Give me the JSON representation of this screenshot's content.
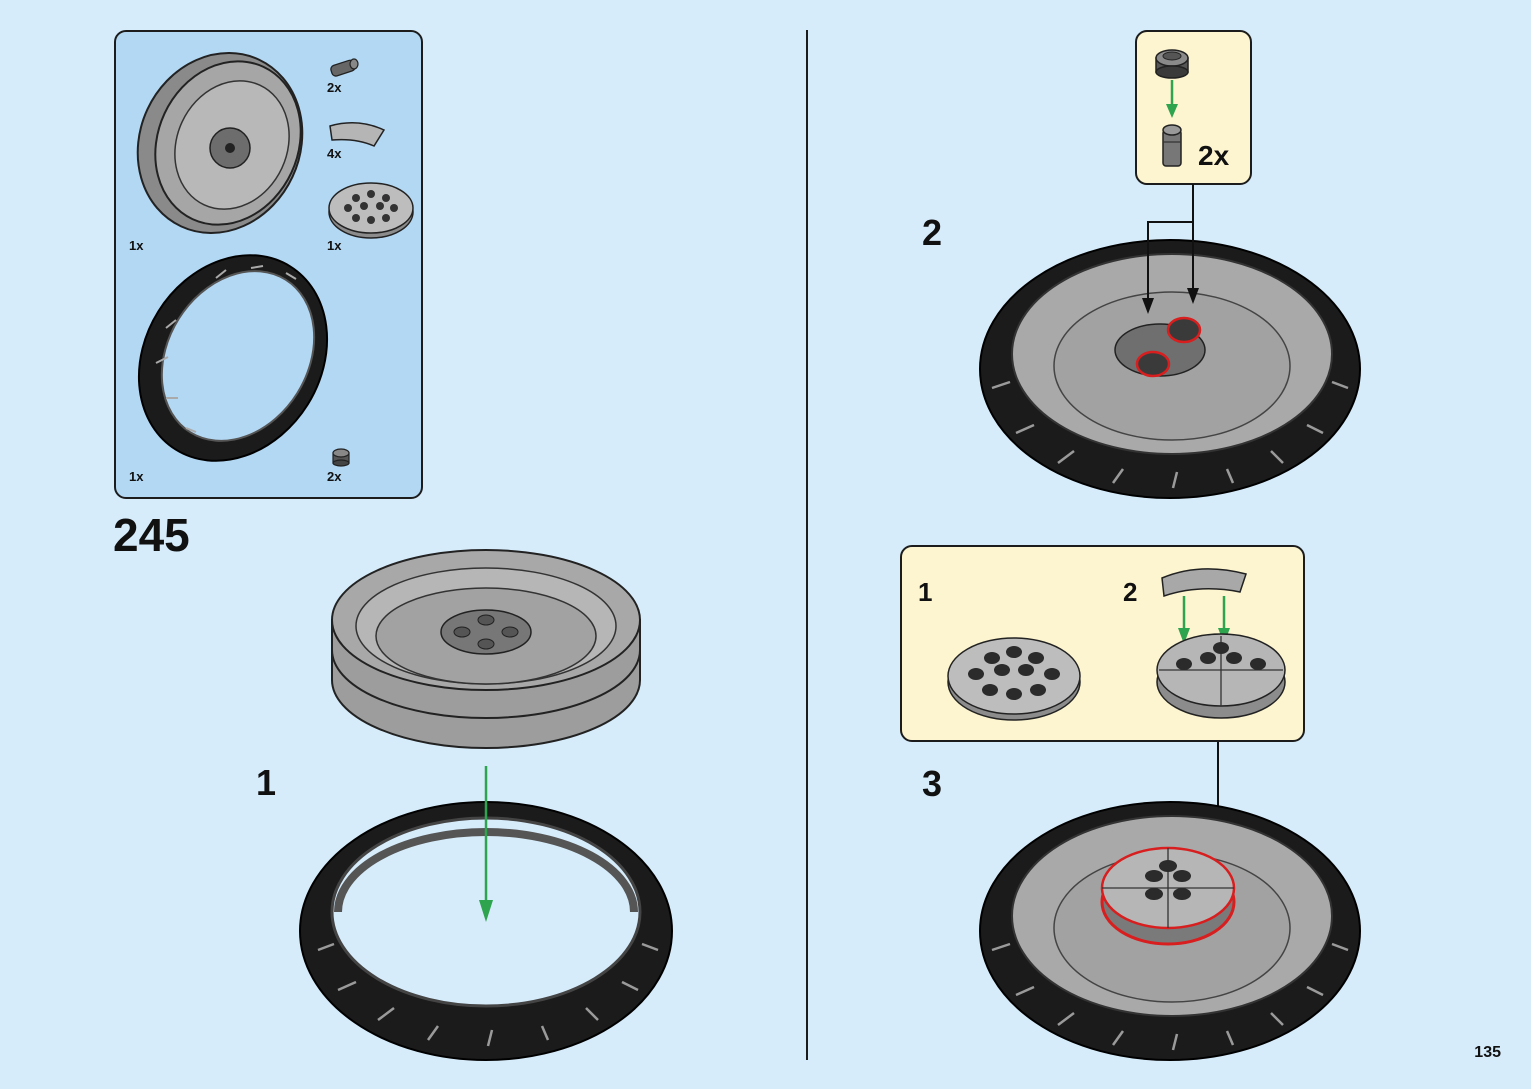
{
  "parts_list": {
    "items": [
      {
        "part": "wheel-rim-icon",
        "qty": "1x"
      },
      {
        "part": "pin-connector-icon",
        "qty": "2x"
      },
      {
        "part": "curved-tile-icon",
        "qty": "4x"
      },
      {
        "part": "round-plate-icon",
        "qty": "1x"
      },
      {
        "part": "tire-icon",
        "qty": "1x"
      },
      {
        "part": "round-brick-icon",
        "qty": "2x"
      }
    ]
  },
  "step": {
    "number": "245",
    "substeps": [
      "1",
      "2",
      "3"
    ]
  },
  "callout_top": {
    "qty": "2x"
  },
  "callout_bottom": {
    "subs": [
      "1",
      "2"
    ]
  },
  "colors": {
    "background": "#d6ecfb",
    "panel": "#b3d8f4",
    "callout": "#fdf5cf",
    "arrow_green": "#2ea44f",
    "highlight_red": "#d81e1e"
  },
  "page": {
    "number": "135"
  }
}
